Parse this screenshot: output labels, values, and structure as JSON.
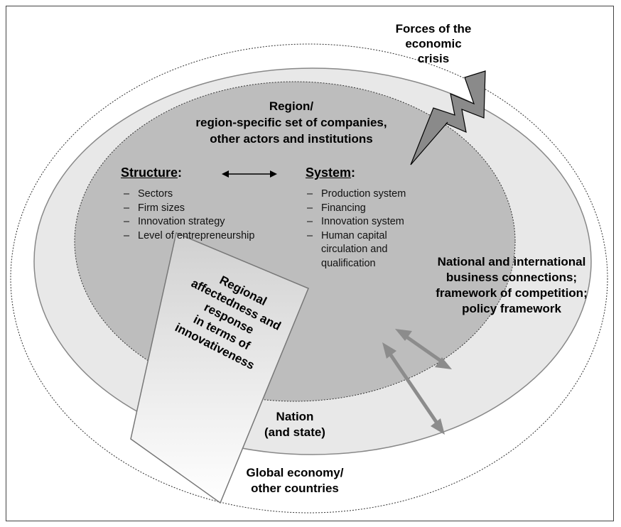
{
  "forces": {
    "text": "Forces of the\neconomic\ncrisis"
  },
  "region": {
    "text": "Region/\nregion-specific set of companies,\nother actors and institutions"
  },
  "structure": {
    "heading": "Structure",
    "colon": ":",
    "items": [
      "Sectors",
      "Firm sizes",
      "Innovation strategy",
      "Level of entrepreneurship"
    ]
  },
  "system": {
    "heading": "System",
    "colon": ":",
    "items": [
      "Production system",
      "Financing",
      "Innovation system",
      "Human capital circulation and qualification"
    ]
  },
  "affectedness": {
    "text": "Regional\naffectedness and\nresponse\nin terms of\ninnovativeness"
  },
  "national_connections": {
    "text": "National and international\nbusiness connections;\nframework of competition;\npolicy framework"
  },
  "nation": {
    "text": "Nation\n(and state)"
  },
  "global": {
    "text": "Global economy/\nother countries"
  },
  "colors": {
    "nation_fill": "#e8e8e8",
    "region_fill": "#bdbdbd",
    "arrow_gray": "#8c8c8c",
    "bolt_fill": "#8a8a8a"
  }
}
